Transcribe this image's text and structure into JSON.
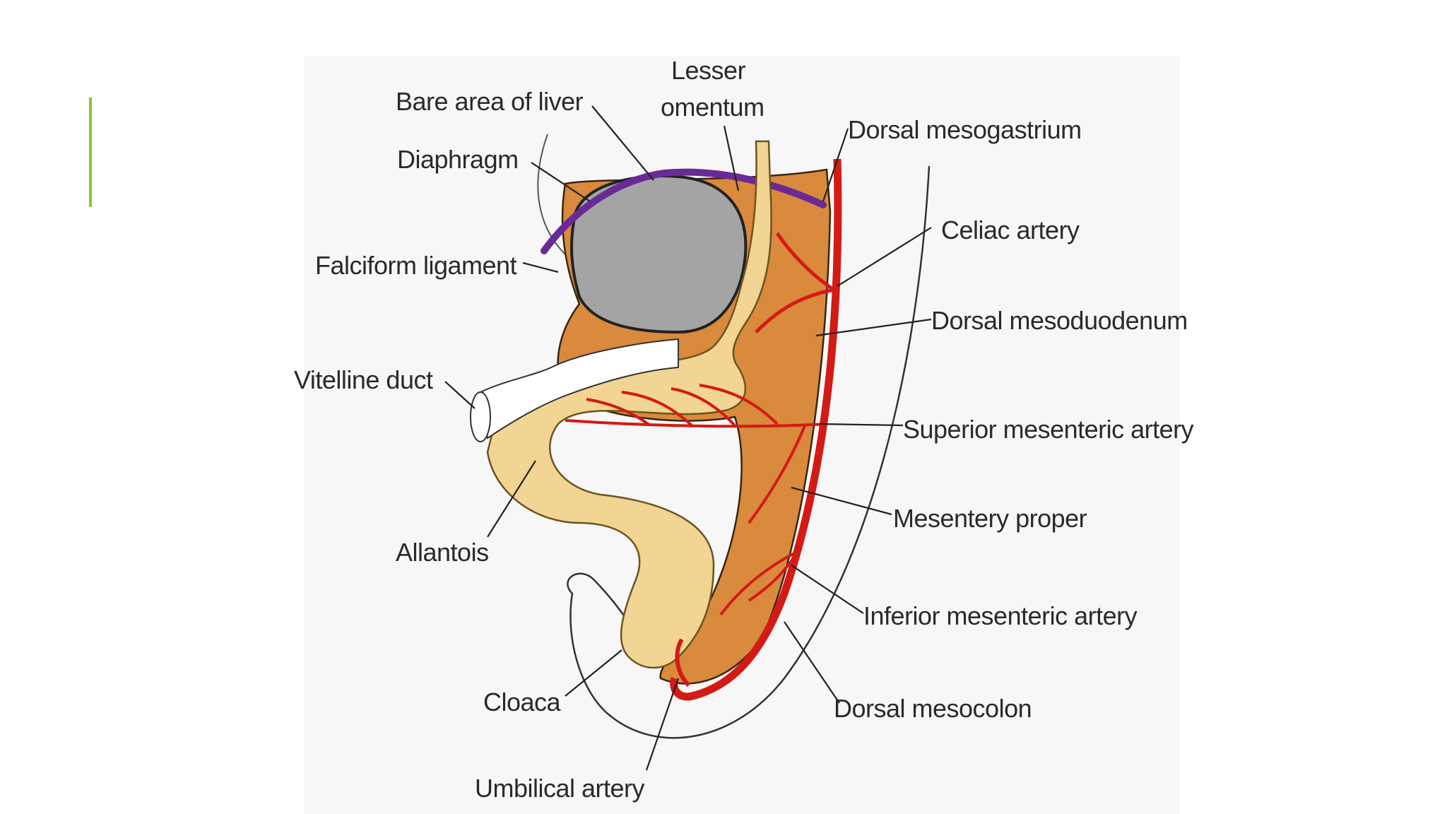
{
  "colors": {
    "background": "#ffffff",
    "panel": "#f7f7f7",
    "accent": "#8cc63f",
    "mesentery": "#d98a3c",
    "liver": "#a4a4a4",
    "gut_tube": "#f2d493",
    "artery": "#d41a14",
    "diaphragm": "#6a2a96"
  },
  "labels": {
    "bare_area_of_liver": "Bare area of liver",
    "lesser_omentum_line1": "Lesser",
    "lesser_omentum_line2": "omentum",
    "dorsal_mesogastrium": "Dorsal mesogastrium",
    "diaphragm": "Diaphragm",
    "celiac_artery": "Celiac artery",
    "falciform_ligament": "Falciform ligament",
    "dorsal_mesoduodenum": "Dorsal mesoduodenum",
    "vitelline_duct": "Vitelline duct",
    "superior_mesenteric_artery": "Superior mesenteric artery",
    "mesentery_proper": "Mesentery proper",
    "allantois": "Allantois",
    "inferior_mesenteric_artery": "Inferior mesenteric artery",
    "cloaca": "Cloaca",
    "dorsal_mesocolon": "Dorsal mesocolon",
    "umbilical_artery": "Umbilical artery"
  }
}
